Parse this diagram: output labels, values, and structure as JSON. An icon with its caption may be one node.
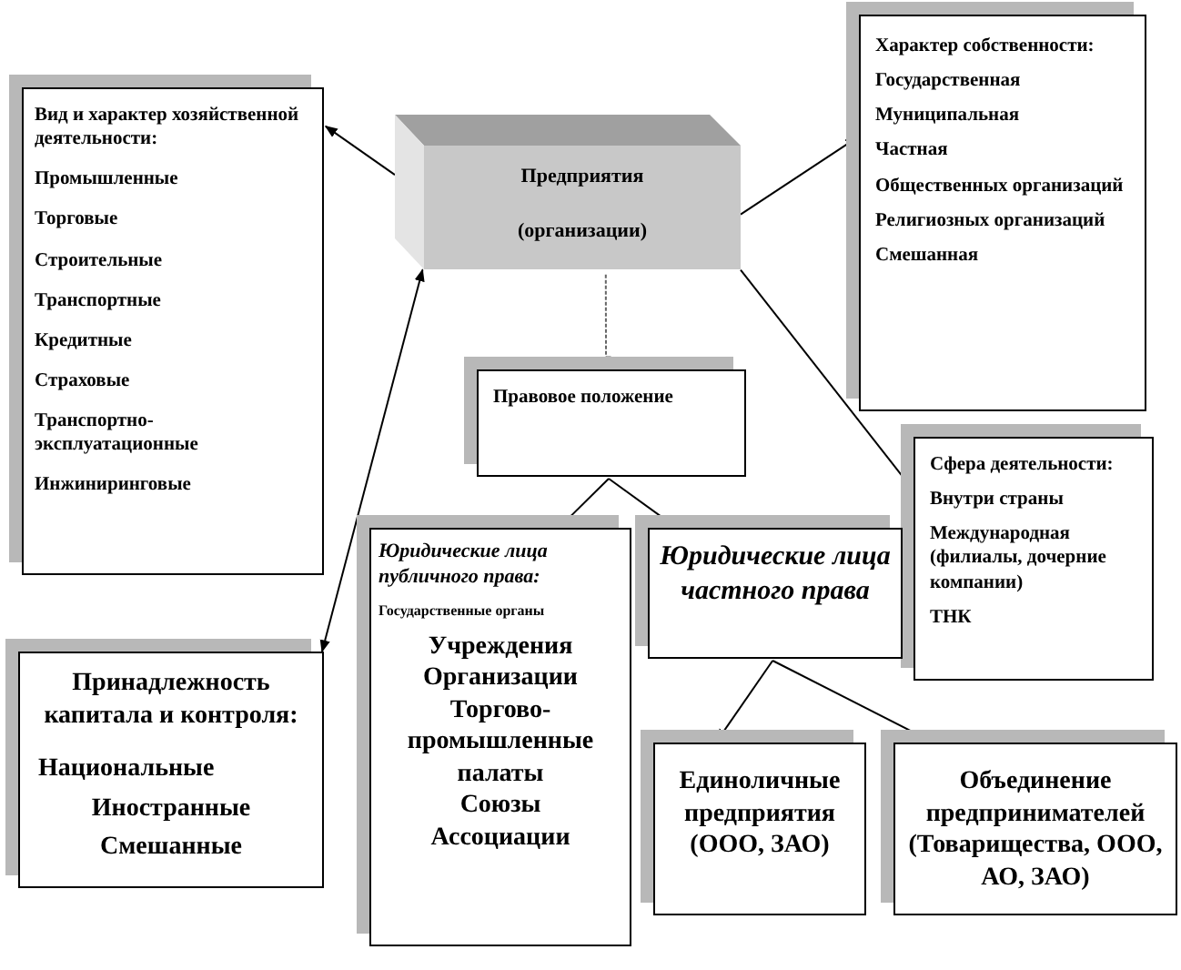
{
  "diagram": {
    "nodes": [
      {
        "text": [
          "Предприятия",
          "(организации)"
        ]
      },
      {
        "text": [
          "Вид и характер хозяйственной деятельности:",
          "Промышленные",
          "Торговые",
          "Строительные",
          "Транспортные",
          "Кредитные",
          "Страховые",
          "Транспортно-эксплуатационные",
          "Инжиниринговые"
        ]
      },
      {
        "text": [
          "Характер собственности:",
          "Государственная",
          "Муниципальная",
          "Частная",
          "Общественных организаций",
          "Религиозных организаций",
          "Смешанная"
        ]
      },
      {
        "text": [
          "Правовое положение"
        ]
      },
      {
        "text": [
          "Сфера деятельности:",
          "Внутри страны",
          "Международная (филиалы, дочерние компании)",
          "ТНК"
        ]
      },
      {
        "text": [
          "Принадлежность капитала и контроля:",
          "Национальные",
          "Иностранные",
          "Смешанные"
        ]
      },
      {
        "text": [
          "Юридические лица публичного права:",
          "Государственные органы",
          "Учреждения",
          "Организации",
          "Торгово-промышленные палаты",
          "Союзы",
          "Ассоциации"
        ]
      },
      {
        "text": [
          "Юридические лица частного права"
        ]
      },
      {
        "text": [
          "Единоличные предприятия (ООО, ЗАО)"
        ]
      },
      {
        "text": [
          "Объединение предпринимателей (Товарищества, ООО, АО, ЗАО)"
        ]
      }
    ],
    "edges": [
      {
        "from": 0,
        "to": 1,
        "arrow": "to"
      },
      {
        "from": 0,
        "to": 2,
        "arrow": "to"
      },
      {
        "from": 0,
        "to": 3,
        "arrow": "to",
        "style": "dashed",
        "color": "#666666"
      },
      {
        "from": 0,
        "to": 4,
        "arrow": "to"
      },
      {
        "from": 0,
        "to": 5,
        "arrow": "both"
      },
      {
        "from": 3,
        "to": 6,
        "arrow": "to"
      },
      {
        "from": 3,
        "to": 7,
        "arrow": "to"
      },
      {
        "from": 7,
        "to": 8,
        "arrow": "to"
      },
      {
        "from": 7,
        "to": 9,
        "arrow": "to"
      }
    ]
  }
}
